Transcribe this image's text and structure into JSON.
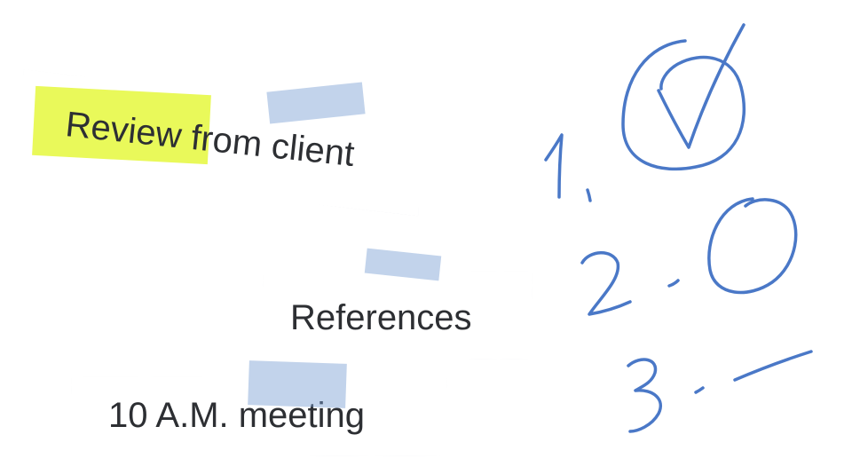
{
  "notes": {
    "review": {
      "highlighted_word": "Review",
      "rest": " from client",
      "highlight_color": "#e9f95a"
    },
    "references": {
      "text": "References"
    },
    "meeting": {
      "text": "10 A.M. meeting"
    }
  },
  "colors": {
    "ink": "#4a78c7",
    "tape": "#a8bfe4",
    "text": "#2d2f33"
  },
  "drawing": {
    "items": [
      {
        "number_icon": "handwritten-1-icon",
        "status_icon": "checked-circle-icon"
      },
      {
        "number_icon": "handwritten-2-icon",
        "status_icon": "empty-circle-icon"
      },
      {
        "number_icon": "handwritten-3-icon",
        "status_icon": "dash-icon"
      }
    ]
  }
}
